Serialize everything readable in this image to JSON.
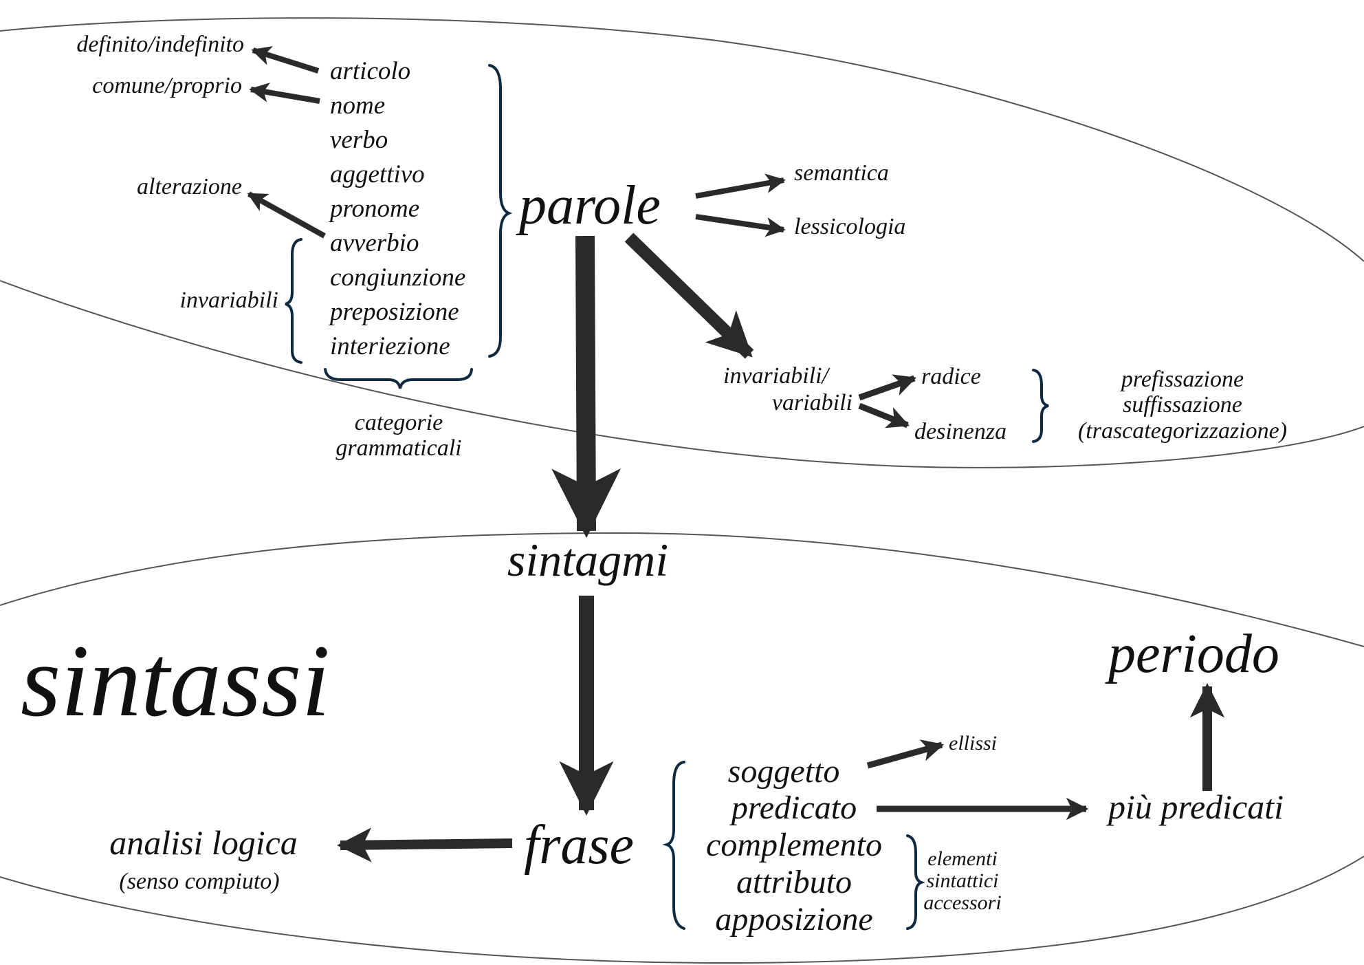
{
  "colors": {
    "text": "#111111",
    "arrow": "#2a2a2c",
    "brace": "#0f2a40",
    "ellipse": "#555555",
    "background": "#ffffff"
  },
  "regions": {
    "words": {
      "title": "parole"
    },
    "syntax": {
      "title": "sintassi"
    }
  },
  "parole": {
    "title": "parole",
    "categories": [
      "articolo",
      "nome",
      "verbo",
      "aggettivo",
      "pronome",
      "avverbio",
      "congiunzione",
      "preposizione",
      "interiezione"
    ],
    "categories_label": [
      "categorie",
      "grammaticali"
    ],
    "invariabili_label": "invariabili",
    "side_notes": {
      "articolo": "definito/indefinito",
      "nome": "comune/proprio",
      "avverbio": "alterazione"
    },
    "branches": [
      "semantica",
      "lessicologia"
    ],
    "morphology": {
      "label": [
        "invariabili/",
        "variabili"
      ],
      "parts": [
        "radice",
        "desinenza"
      ],
      "processes": [
        "prefissazione",
        "suffissazione",
        "(trascategorizzazione)"
      ]
    }
  },
  "sintassi": {
    "title": "sintassi",
    "sintagmi": "sintagmi",
    "frase": "frase",
    "analisi": {
      "label": "analisi logica",
      "note": "(senso compiuto)"
    },
    "elements": [
      "soggetto",
      "predicato",
      "complemento",
      "attributo",
      "apposizione"
    ],
    "ellissi": "ellissi",
    "accessori_label": [
      "elementi",
      "sintattici",
      "accessori"
    ],
    "piu_predicati": "più predicati",
    "periodo": "periodo"
  }
}
